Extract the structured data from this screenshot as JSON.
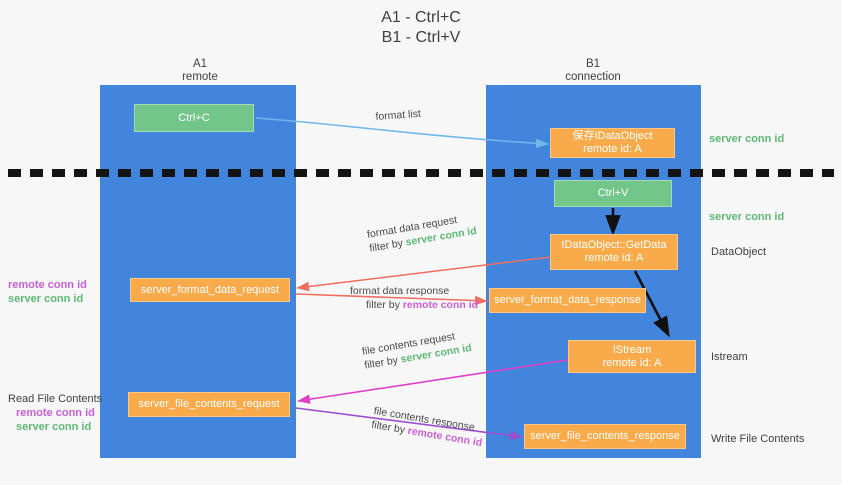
{
  "title": {
    "line1": "A1 - Ctrl+C",
    "line2": "B1 - Ctrl+V"
  },
  "columns": [
    {
      "name": "A1",
      "sub": "remote"
    },
    {
      "name": "B1",
      "sub": "connection"
    }
  ],
  "nodes": {
    "ctrl_c": {
      "label": "Ctrl+C"
    },
    "ctrl_v": {
      "label": "Ctrl+V"
    },
    "save_idataobject": {
      "line1": "保存IDataObject",
      "line2": "remote id: A"
    },
    "getdata": {
      "line1": "IDataObject::GetData",
      "line2": "remote id: A"
    },
    "istream": {
      "line1": "IStream",
      "line2": "remote id: A"
    },
    "fmt_data_request": {
      "label": "server_format_data_request"
    },
    "fmt_data_response": {
      "label": "server_format_data_response"
    },
    "file_req": {
      "label": "server_file_contents_request"
    },
    "file_resp": {
      "label": "server_file_contents_response"
    }
  },
  "edges": {
    "format_list": {
      "label": "format list"
    },
    "fmt_data_request": {
      "line1": "format data request",
      "filter_prefix": "filter by ",
      "filter_value": "server conn id"
    },
    "fmt_data_response": {
      "line1": "format data response",
      "filter_prefix": "filter by ",
      "filter_value": "remote conn id"
    },
    "file_request": {
      "line1": "file contents request",
      "filter_prefix": "filter by ",
      "filter_value": "server conn id"
    },
    "file_response": {
      "line1": "file contents response",
      "filter_prefix": "filter by ",
      "filter_value": "remote conn id"
    }
  },
  "side_left": {
    "conn_ids_1": {
      "remote": "remote conn id",
      "server": "server conn id"
    },
    "read_file": {
      "title": "Read File Contents",
      "remote": "remote conn id",
      "server": "server conn id"
    }
  },
  "side_right": {
    "server_conn_1": "server conn id",
    "server_conn_2": "server conn id",
    "dataobject": "DataObject",
    "istream": "Istream",
    "write_file": "Write File Contents"
  },
  "colors": {
    "lane": "#4285dd",
    "green_node": "#73c68a",
    "orange_node": "#f9ab4b",
    "server_conn": "#5fb874",
    "remote_conn": "#c861d6",
    "arrow_blue": "#6fb8e8",
    "arrow_red": "#ef6d62",
    "arrow_magenta": "#e040c8",
    "arrow_purple": "#9b4fd0",
    "arrow_black": "#000000",
    "divider": "#1a1a1a",
    "background": "#f7f7f7"
  }
}
